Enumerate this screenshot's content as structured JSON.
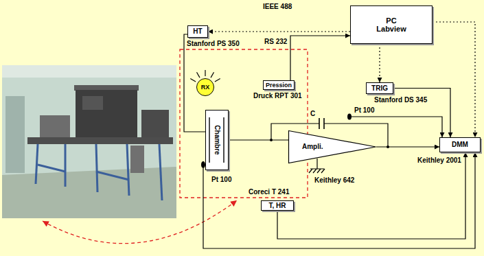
{
  "diagram": {
    "nodes": [
      {
        "text": [
          "HT"
        ]
      },
      {
        "text": [
          "PC",
          "Labview"
        ]
      },
      {
        "text": [
          "RX"
        ]
      },
      {
        "text": [
          "Pression"
        ]
      },
      {
        "text": [
          "TRIG"
        ]
      },
      {
        "text": [
          "Chambre"
        ]
      },
      {
        "text": [
          "Ampli."
        ]
      },
      {
        "text": [
          "DMM"
        ]
      },
      {
        "text": [
          "T, HR"
        ]
      }
    ],
    "edges": [
      {
        "from": 1,
        "to": 0,
        "arrow": "to"
      },
      {
        "from": 1,
        "to": 7,
        "arrow": "to"
      },
      {
        "from": 1,
        "to": 4,
        "arrow": "to"
      },
      {
        "from": 3,
        "to": 1,
        "label": "RS 232",
        "arrow": "to"
      },
      {
        "from": 0,
        "to": 5,
        "arrow": "none"
      },
      {
        "from": 5,
        "to": 6,
        "arrow": "none"
      },
      {
        "from": 6,
        "to": 7,
        "arrow": "to"
      },
      {
        "from": 4,
        "to": 7,
        "arrow": "to"
      },
      {
        "from": 8,
        "to": 7,
        "arrow": "to"
      }
    ],
    "labels": [
      "IEEE 488",
      "Stanford PS 350",
      "Druck RPT 301",
      "Stanford DS 345",
      "C",
      "Pt 100",
      "Keithley 2001",
      "Keithley 642",
      "Pt 100",
      "Coreci T 241"
    ]
  }
}
